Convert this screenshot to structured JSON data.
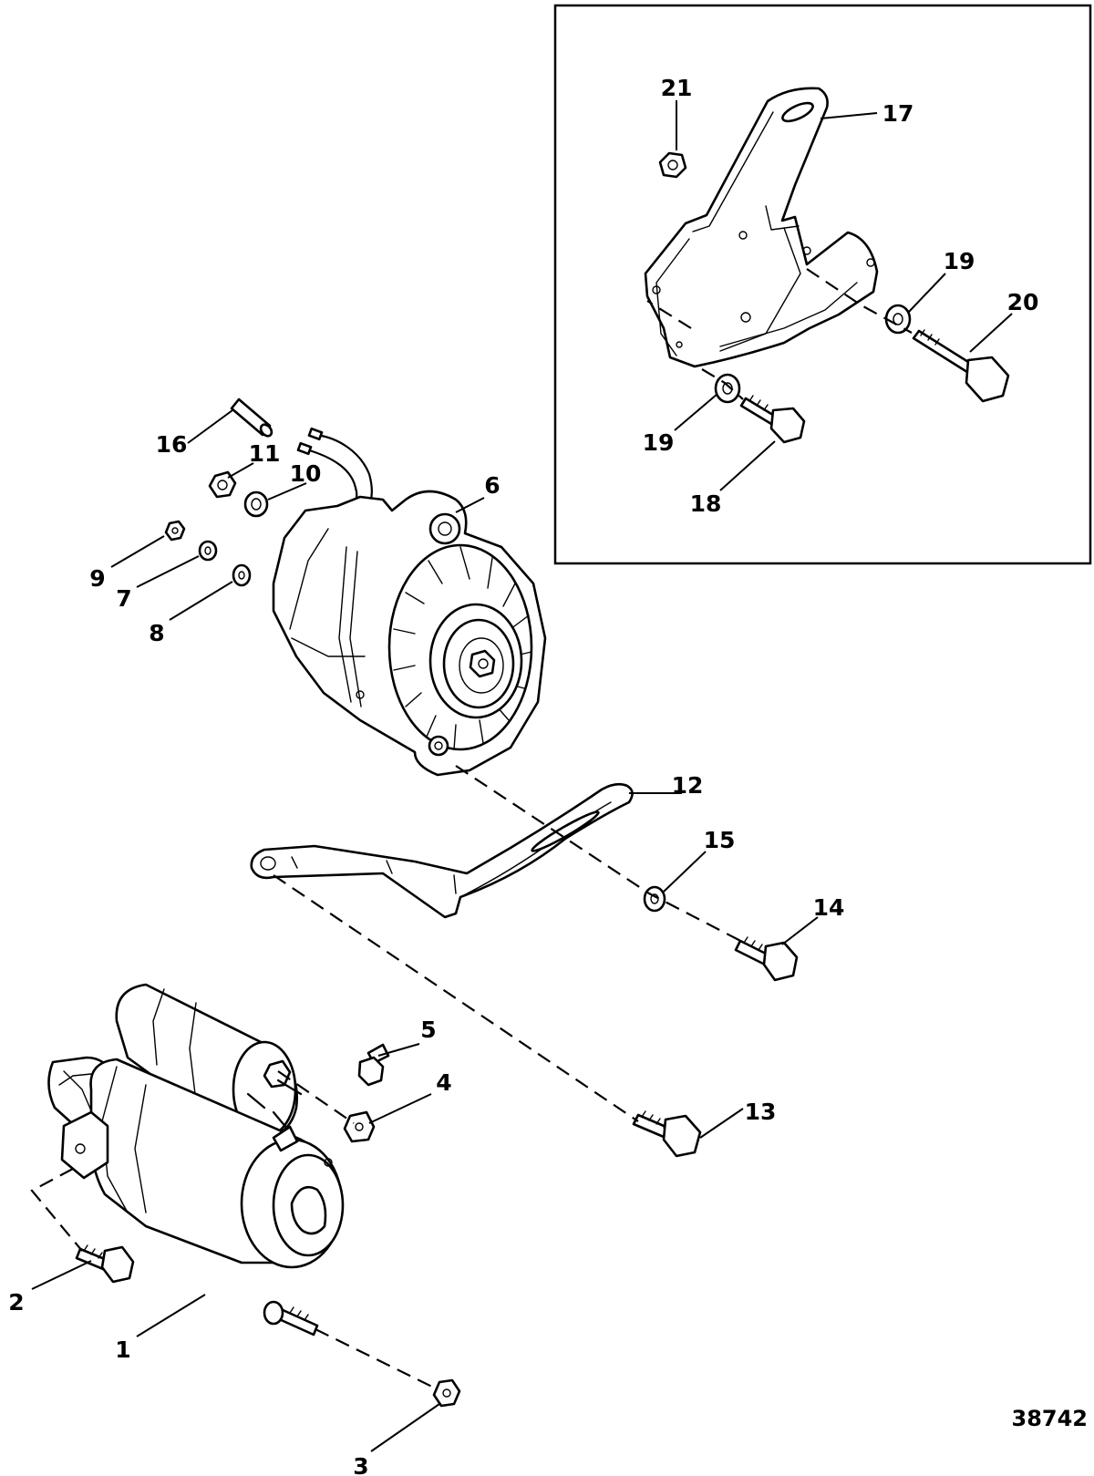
{
  "drawing_number": "38742",
  "callouts": [
    {
      "id": "label-1",
      "text": "1"
    },
    {
      "id": "label-2",
      "text": "2"
    },
    {
      "id": "label-3",
      "text": "3"
    },
    {
      "id": "label-4",
      "text": "4"
    },
    {
      "id": "label-5",
      "text": "5"
    },
    {
      "id": "label-6",
      "text": "6"
    },
    {
      "id": "label-7",
      "text": "7"
    },
    {
      "id": "label-8",
      "text": "8"
    },
    {
      "id": "label-9",
      "text": "9"
    },
    {
      "id": "label-10",
      "text": "10"
    },
    {
      "id": "label-11",
      "text": "11"
    },
    {
      "id": "label-12",
      "text": "12"
    },
    {
      "id": "label-13",
      "text": "13"
    },
    {
      "id": "label-14",
      "text": "14"
    },
    {
      "id": "label-15",
      "text": "15"
    },
    {
      "id": "label-16",
      "text": "16"
    },
    {
      "id": "label-17",
      "text": "17"
    },
    {
      "id": "label-18",
      "text": "18"
    },
    {
      "id": "label-19a",
      "text": "19"
    },
    {
      "id": "label-19b",
      "text": "19"
    },
    {
      "id": "label-20",
      "text": "20"
    },
    {
      "id": "label-21",
      "text": "21"
    }
  ]
}
